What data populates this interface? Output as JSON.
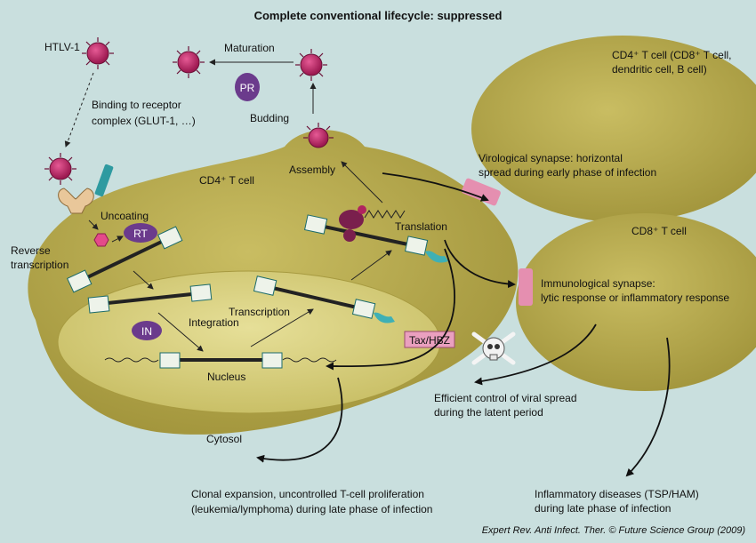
{
  "title": "Complete conventional lifecycle: suppressed",
  "labels": {
    "htlv": "HTLV-1",
    "maturation": "Maturation",
    "pr": "PR",
    "binding_line1": "Binding to receptor",
    "binding_line2": "complex (GLUT-1, …)",
    "budding": "Budding",
    "assembly": "Assembly",
    "cd4_cell": "CD4⁺ T cell",
    "uncoating": "Uncoating",
    "rt": "RT",
    "reverse_line1": "Reverse",
    "reverse_line2": "transcription",
    "integration": "Integration",
    "transcription": "Transcription",
    "translation": "Translation",
    "in": "IN",
    "nucleus": "Nucleus",
    "cytosol": "Cytosol",
    "tax_hbz": "Tax/HBZ",
    "target_cell_line1": "CD4⁺ T cell (CD8⁺ T cell,",
    "target_cell_line2": "dendritic cell, B cell)",
    "virological_line1": "Virological synapse: horizontal",
    "virological_line2": "spread during early phase of infection",
    "cd8_cell": "CD8⁺ T cell",
    "immuno_line1": "Immunological synapse:",
    "immuno_line2": "lytic response or inflammatory response",
    "efficient_line1": "Efficient control of viral spread",
    "efficient_line2": "during the latent period",
    "clonal_line1": "Clonal expansion, uncontrolled T-cell proliferation",
    "clonal_line2": "(leukemia/lymphoma) during late phase of infection",
    "inflam_line1": "Inflammatory diseases (TSP/HAM)",
    "inflam_line2": "during late phase of infection",
    "credit": "Expert Rev. Anti Infect. Ther. © Future Science Group (2009)"
  },
  "colors": {
    "background": "#c9dfde",
    "cell": "#b7aa4d",
    "nucleus": "#d8d07f",
    "virion": "#c12e6e",
    "synapse": "#e58fb0",
    "enzyme": "#6b3b8c",
    "box_band": "#3a9aa0"
  }
}
